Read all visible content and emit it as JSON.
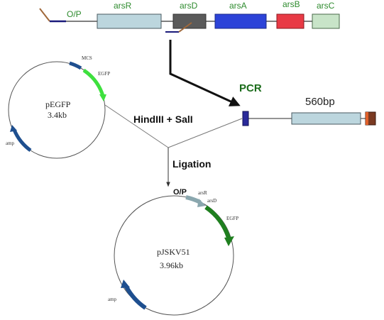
{
  "operon": {
    "promoter_label": "O/P",
    "genes": [
      {
        "label": "arsR",
        "color": "#bcd6de"
      },
      {
        "label": "arsD",
        "color": "#5a5a5a"
      },
      {
        "label": "arsA",
        "color": "#2c43d8"
      },
      {
        "label": "arsB",
        "color": "#e83a45"
      },
      {
        "label": "arsC",
        "color": "#c8e4c8"
      }
    ]
  },
  "steps": {
    "pcr": "PCR",
    "restriction": "HindIII + SalI",
    "ligation": "Ligation"
  },
  "pcr_product": {
    "size_label": "560bp"
  },
  "pEGFP": {
    "name": "pEGFP",
    "size": "3.4kb",
    "mcs": "MCS",
    "egfp": "EGFP",
    "amp": "amp"
  },
  "pJSKV51": {
    "name": "pJSKV51",
    "size": "3.96kb",
    "promoter": "O/P",
    "arsR": "arsR",
    "arsD": "arsD",
    "egfp": "EGFP",
    "amp": "amp"
  },
  "colors": {
    "egfp_light": "#3ee03e",
    "egfp_dark": "#1f7f1f",
    "amp": "#1e4f8f",
    "mcs": "#1e4f8f",
    "ars_insert": "#8aa7ae",
    "promoter_line": "#1a1a7a",
    "primer": "#a0683a"
  }
}
